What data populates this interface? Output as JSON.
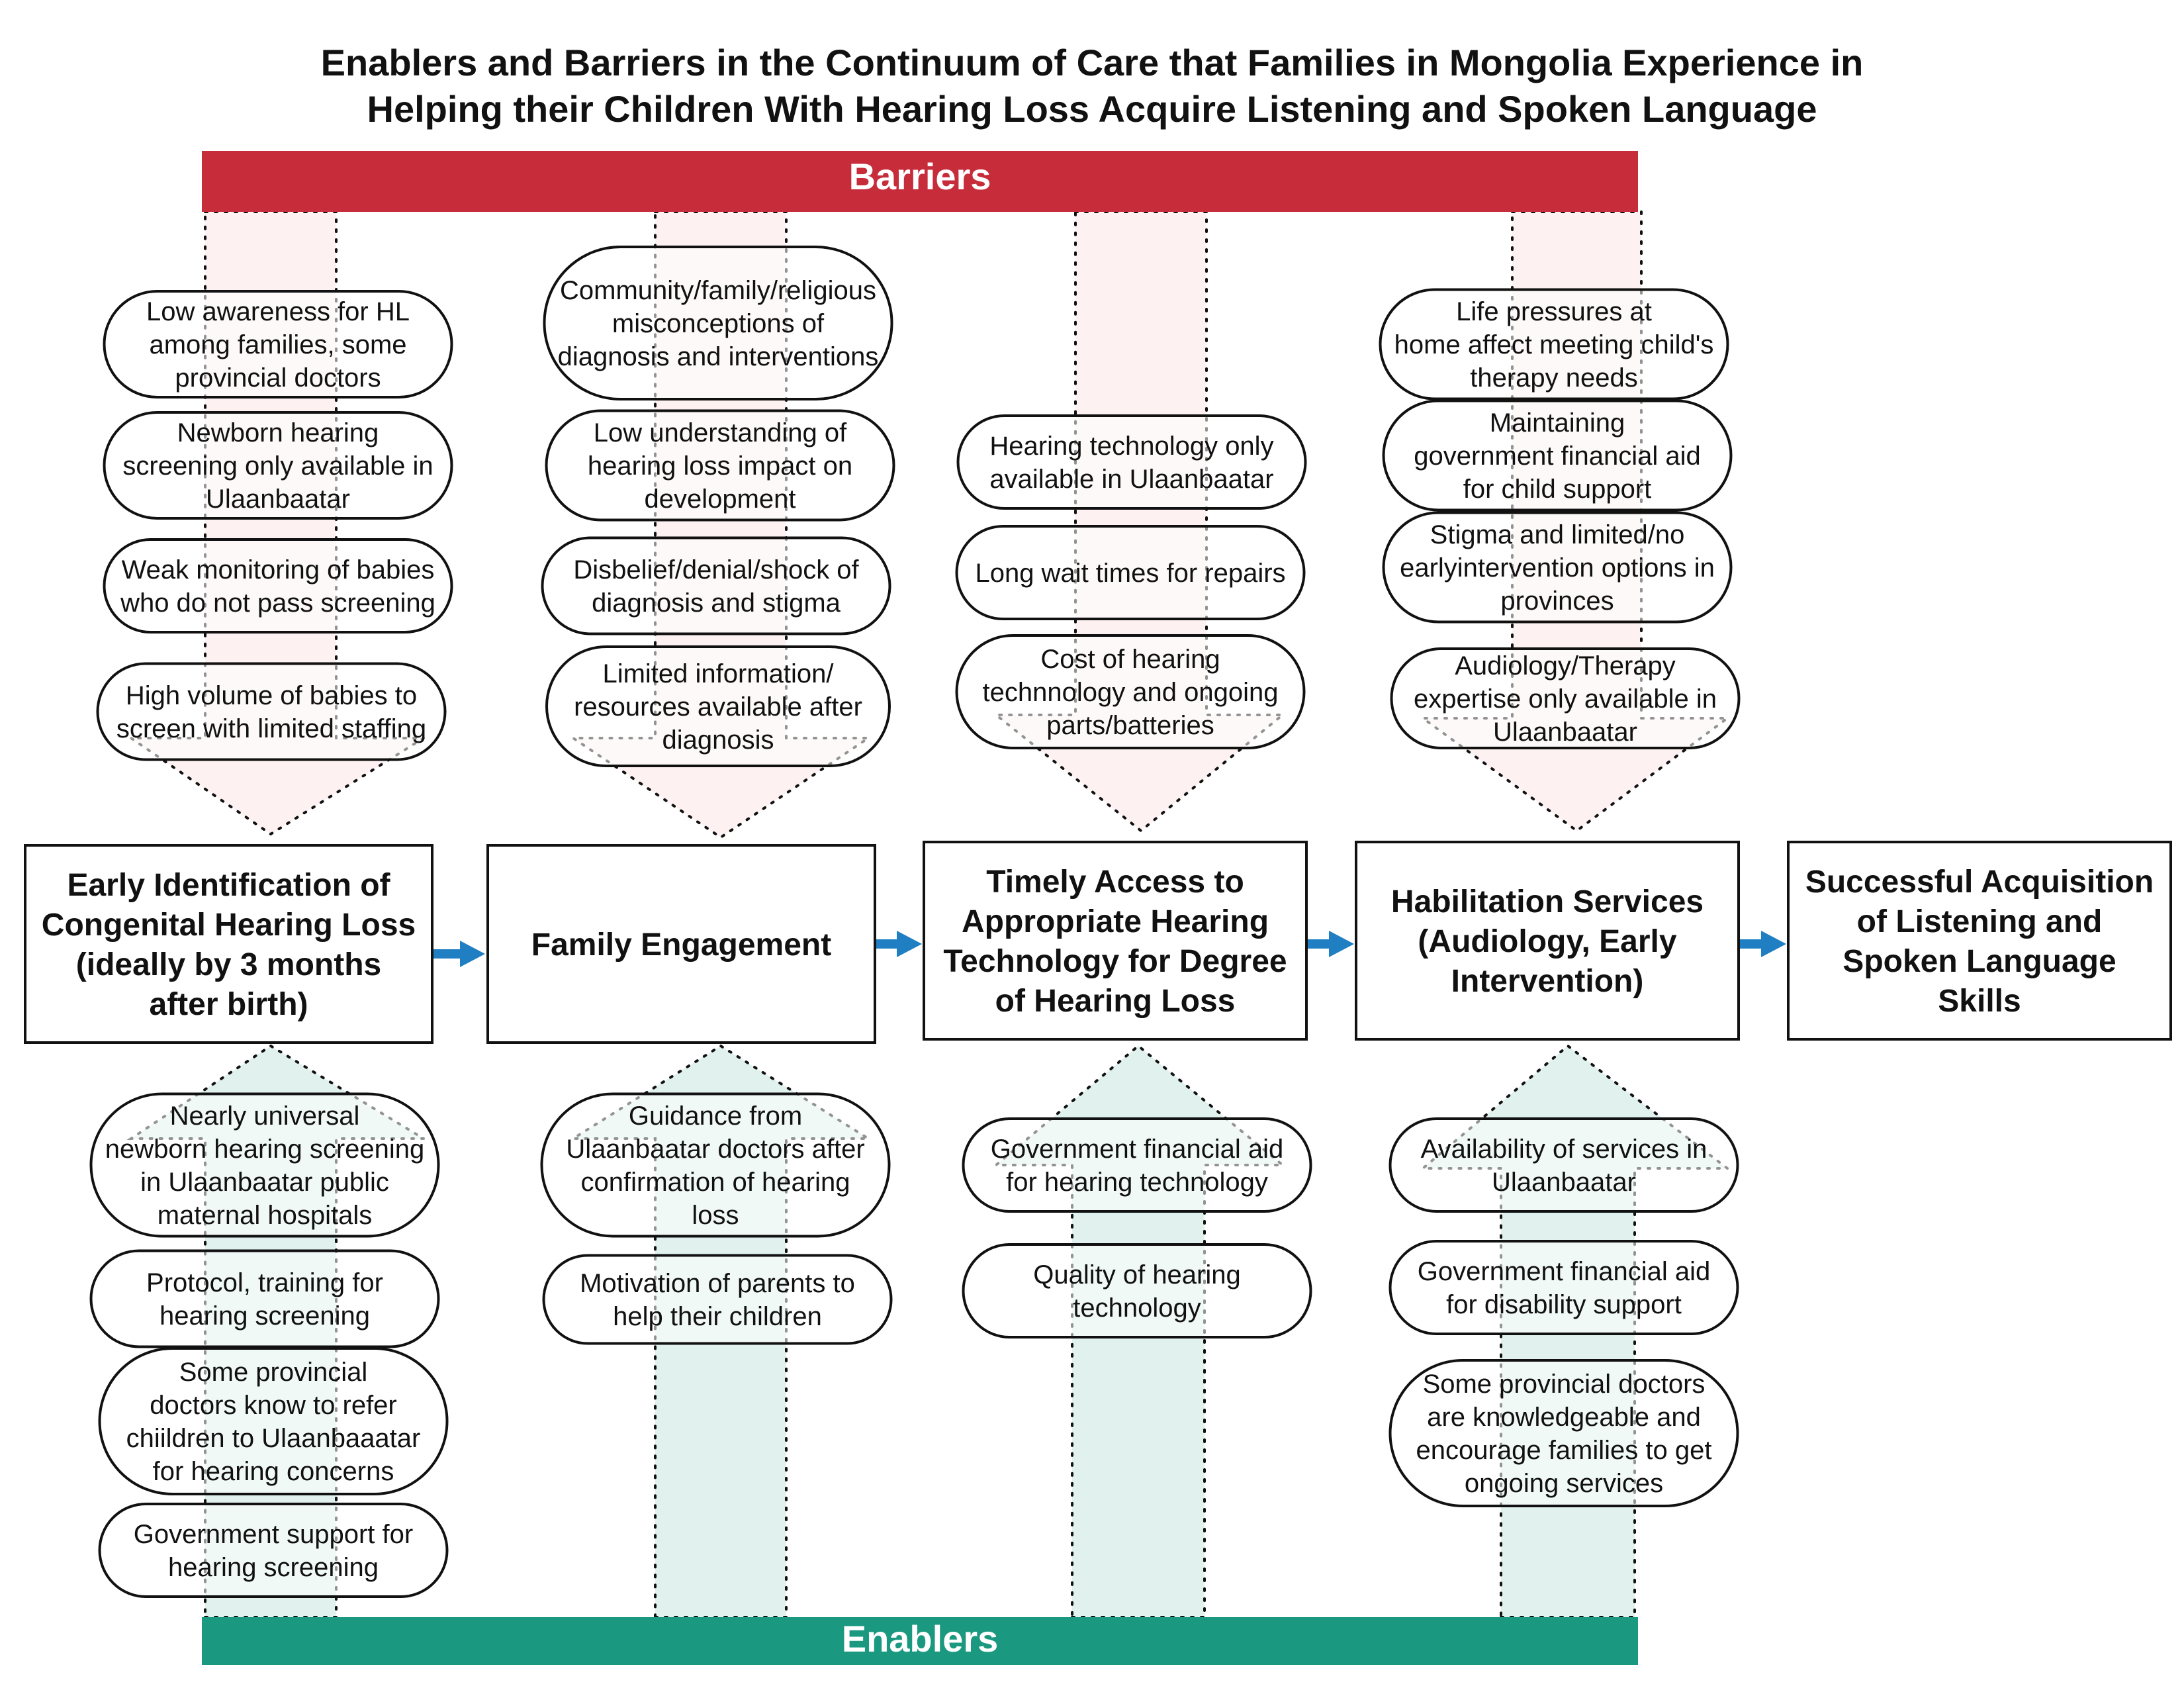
{
  "title": {
    "line1": "Enablers and Barriers in the Continuum of Care that Families in Mongolia Experience in",
    "line2": "Helping their Children With Hearing Loss Acquire Listening and Spoken Language"
  },
  "bands": {
    "barriers": "Barriers",
    "enablers": "Enablers"
  },
  "colors": {
    "barriers": "#c72c3b",
    "enablers": "#1a9980",
    "barrier_arrow_fill": "#fdf1f1",
    "enabler_arrow_fill": "#e0f1ee",
    "connector_arrow": "#1f7fc2"
  },
  "stages": [
    {
      "lines": [
        "Early Identification of",
        "Congenital Hearing Loss",
        "(ideally by 3 months",
        "after birth)"
      ]
    },
    {
      "lines": [
        "Family Engagement"
      ]
    },
    {
      "lines": [
        "Timely Access to",
        "Appropriate Hearing",
        "Technology for Degree",
        "of Hearing Loss"
      ]
    },
    {
      "lines": [
        "Habilitation Services",
        "(Audiology, Early",
        "Intervention)"
      ]
    },
    {
      "lines": [
        "Successful Acquisition",
        "of Listening and",
        "Spoken Language",
        "Skills"
      ]
    }
  ],
  "barrier_columns": [
    [
      {
        "lines": [
          "Low awareness for HL",
          "among families, some",
          "provincial doctors"
        ]
      },
      {
        "lines": [
          "Newborn hearing",
          "screening only available in",
          "Ulaanbaatar"
        ]
      },
      {
        "lines": [
          "Weak monitoring of babies",
          "who do not pass screening"
        ]
      },
      {
        "lines": [
          "High volume of babies to",
          "screen with limited staffing"
        ]
      }
    ],
    [
      {
        "lines": [
          "Community/family/religious",
          "misconceptions of",
          "diagnosis and interventions"
        ]
      },
      {
        "lines": [
          "Low understanding of",
          "hearing loss impact on",
          "development"
        ]
      },
      {
        "lines": [
          "Disbelief/denial/shock of",
          "diagnosis and stigma"
        ]
      },
      {
        "lines": [
          "Limited information/",
          "resources available after",
          "diagnosis"
        ]
      }
    ],
    [
      {
        "lines": [
          "Hearing technology only",
          "available in Ulaanbaatar"
        ]
      },
      {
        "lines": [
          "Long wait times for repairs"
        ]
      },
      {
        "lines": [
          "Cost of hearing",
          "technnology and ongoing",
          "parts/batteries"
        ]
      }
    ],
    [
      {
        "lines": [
          "Life pressures at",
          "home affect meeting child's",
          "therapy needs"
        ]
      },
      {
        "lines": [
          "Maintaining",
          "government financial aid",
          "for child support"
        ]
      },
      {
        "lines": [
          "Stigma and limited/no",
          "earlyintervention options in",
          "provinces"
        ]
      },
      {
        "lines": [
          "Audiology/Therapy",
          "expertise only available in",
          "Ulaanbaatar"
        ]
      }
    ]
  ],
  "enabler_columns": [
    [
      {
        "lines": [
          "Nearly universal",
          "newborn hearing screening",
          "in Ulaanbaatar public",
          "maternal hospitals"
        ]
      },
      {
        "lines": [
          "Protocol, training for",
          "hearing screening"
        ]
      },
      {
        "lines": [
          "Some provincial",
          "doctors know to refer",
          "chiildren to Ulaanbaaatar",
          "for hearing concerns"
        ]
      },
      {
        "lines": [
          "Government support for",
          "hearing screening"
        ]
      }
    ],
    [
      {
        "lines": [
          "Guidance from",
          "Ulaanbaatar doctors after",
          "confirmation of hearing",
          "loss"
        ]
      },
      {
        "lines": [
          "Motivation of parents to",
          "help their children"
        ]
      }
    ],
    [
      {
        "lines": [
          "Government financial aid",
          "for hearing technology"
        ]
      },
      {
        "lines": [
          "Quality of hearing",
          "technology"
        ]
      }
    ],
    [
      {
        "lines": [
          "Availability of services in",
          "Ulaanbaatar"
        ]
      },
      {
        "lines": [
          "Government financial aid",
          "for disability support"
        ]
      },
      {
        "lines": [
          "Some provincial doctors",
          "are knowledgeable and",
          "encourage families to get",
          "ongoing services"
        ]
      }
    ]
  ]
}
